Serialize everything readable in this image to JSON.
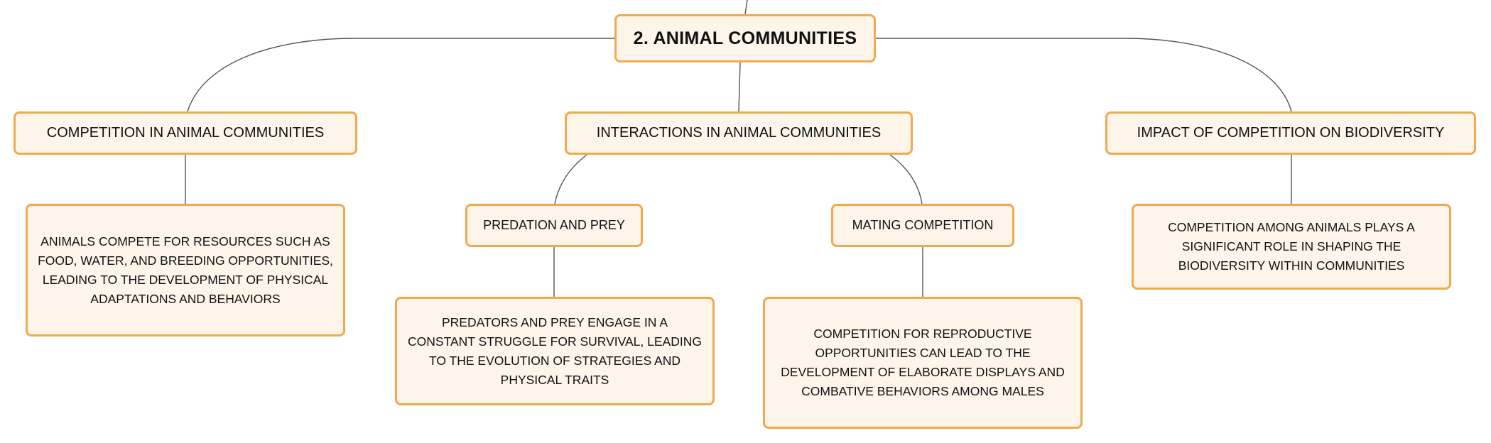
{
  "root": {
    "label": "2. ANIMAL COMMUNITIES"
  },
  "topics": [
    {
      "label": "COMPETITION IN ANIMAL COMMUNITIES",
      "detail": "ANIMALS COMPETE FOR RESOURCES SUCH AS FOOD, WATER, AND BREEDING OPPORTUNITIES, LEADING TO THE DEVELOPMENT OF PHYSICAL ADAPTATIONS AND BEHAVIORS"
    },
    {
      "label": "INTERACTIONS IN ANIMAL COMMUNITIES",
      "subtopics": [
        {
          "label": "PREDATION AND PREY",
          "detail": "PREDATORS AND PREY ENGAGE IN A CONSTANT STRUGGLE FOR SURVIVAL, LEADING TO THE EVOLUTION OF STRATEGIES AND PHYSICAL TRAITS"
        },
        {
          "label": "MATING COMPETITION",
          "detail": "COMPETITION FOR REPRODUCTIVE OPPORTUNITIES CAN LEAD TO THE DEVELOPMENT OF ELABORATE DISPLAYS AND COMBATIVE BEHAVIORS AMONG MALES"
        }
      ]
    },
    {
      "label": "IMPACT OF COMPETITION ON BIODIVERSITY",
      "detail": "COMPETITION AMONG ANIMALS PLAYS A SIGNIFICANT ROLE IN SHAPING THE BIODIVERSITY WITHIN COMMUNITIES"
    }
  ],
  "colors": {
    "node_fill": "#fdf4ea",
    "node_border": "#f1a94e",
    "connector": "#555555",
    "text": "#111111"
  }
}
